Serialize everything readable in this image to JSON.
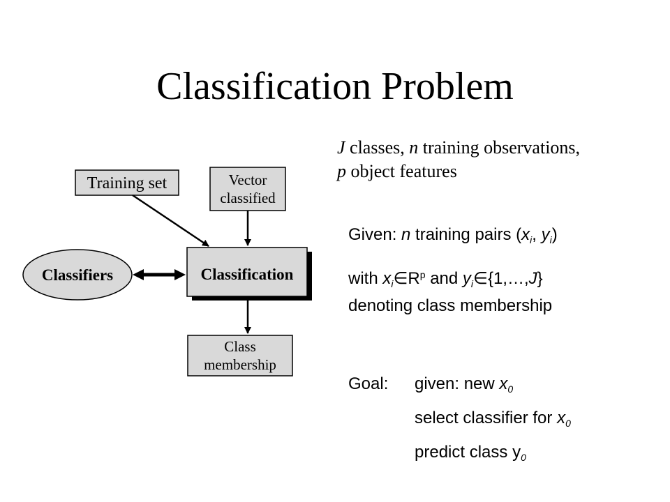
{
  "title": "Classification Problem",
  "intro": {
    "line1_var1": "J",
    "line1_text1": " classes,",
    "line1_var2": "n",
    "line1_text2": " training observations,",
    "line2_var": "p",
    "line2_text": " object features"
  },
  "diagram": {
    "training_set": "Training set",
    "vector_line1": "Vector",
    "vector_line2": "classified",
    "classification": "Classification",
    "classifiers": "Classifiers",
    "class_line1": "Class",
    "class_line2": "membership"
  },
  "given": {
    "label": "Given: ",
    "n": "n",
    "text1": " training pairs (",
    "x": "x",
    "i": "i",
    "comma": ", ",
    "y": "y",
    "close": ")",
    "with": "with ",
    "elem_sym1": "∈",
    "R": "R",
    "p": "p",
    "and": " and ",
    "elem_sym2": "∈",
    "set": "{1,…,",
    "J": "J",
    "set_close": "}",
    "line3": "denoting class membership"
  },
  "goal": {
    "label": "Goal:",
    "line1": "given: new ",
    "line2": "select classifier for ",
    "line3": "predict class ",
    "x": "x",
    "y": "y",
    "sub0": "0"
  }
}
